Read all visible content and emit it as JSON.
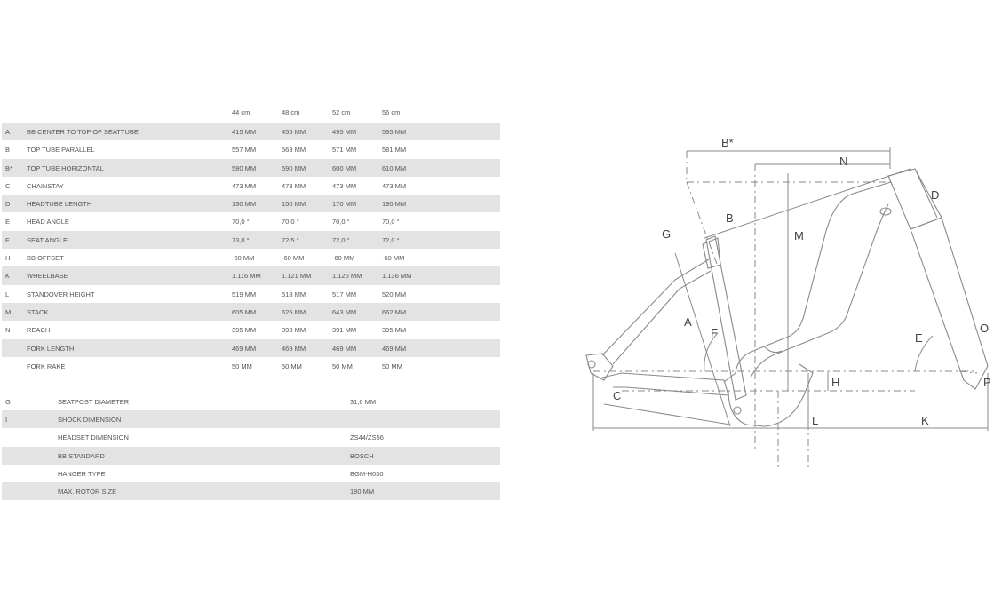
{
  "geometry": {
    "sizes": [
      "44 cm",
      "48 cm",
      "52 cm",
      "56 cm"
    ],
    "rows": [
      {
        "code": "A",
        "label": "BB CENTER TO TOP OF SEATTUBE",
        "values": [
          "415 MM",
          "455 MM",
          "495 MM",
          "535 MM"
        ]
      },
      {
        "code": "B",
        "label": "TOP TUBE PARALLEL",
        "values": [
          "557 MM",
          "563 MM",
          "571 MM",
          "581 MM"
        ]
      },
      {
        "code": "B*",
        "label": "TOP TUBE HORIZONTAL",
        "values": [
          "580 MM",
          "590 MM",
          "600 MM",
          "610 MM"
        ]
      },
      {
        "code": "C",
        "label": "CHAINSTAY",
        "values": [
          "473 MM",
          "473 MM",
          "473 MM",
          "473 MM"
        ]
      },
      {
        "code": "D",
        "label": "HEADTUBE LENGTH",
        "values": [
          "130 MM",
          "150 MM",
          "170 MM",
          "190 MM"
        ]
      },
      {
        "code": "E",
        "label": "HEAD ANGLE",
        "values": [
          "70,0 °",
          "70,0 °",
          "70,0 °",
          "70,0 °"
        ]
      },
      {
        "code": "F",
        "label": "SEAT ANGLE",
        "values": [
          "73,0 °",
          "72,5 °",
          "72,0 °",
          "72,0 °"
        ]
      },
      {
        "code": "H",
        "label": "BB OFFSET",
        "values": [
          "-60 MM",
          "-60 MM",
          "-60 MM",
          "-60 MM"
        ]
      },
      {
        "code": "K",
        "label": "WHEELBASE",
        "values": [
          "1.116 MM",
          "1.121 MM",
          "1.126 MM",
          "1.136 MM"
        ]
      },
      {
        "code": "L",
        "label": "STANDOVER HEIGHT",
        "values": [
          "519 MM",
          "518 MM",
          "517 MM",
          "520 MM"
        ]
      },
      {
        "code": "M",
        "label": "STACK",
        "values": [
          "605 MM",
          "625 MM",
          "643 MM",
          "662 MM"
        ]
      },
      {
        "code": "N",
        "label": "REACH",
        "values": [
          "395 MM",
          "393 MM",
          "391 MM",
          "395 MM"
        ]
      },
      {
        "code": "",
        "label": "FORK LENGTH",
        "values": [
          "469 MM",
          "469 MM",
          "469 MM",
          "469 MM"
        ]
      },
      {
        "code": "",
        "label": "FORK RAKE",
        "values": [
          "50 MM",
          "50 MM",
          "50 MM",
          "50 MM"
        ]
      }
    ]
  },
  "specs": [
    {
      "code": "G",
      "label": "SEATPOST DIAMETER",
      "value": "31,6 MM"
    },
    {
      "code": "I",
      "label": "SHOCK DIMENSION",
      "value": ""
    },
    {
      "code": "",
      "label": "HEADSET DIMENSION",
      "value": "ZS44/ZS56"
    },
    {
      "code": "",
      "label": "BB STANDARD",
      "value": "BOSCH"
    },
    {
      "code": "",
      "label": "HANGER TYPE",
      "value": "BGM-H030"
    },
    {
      "code": "",
      "label": "MAX. ROTOR SIZE",
      "value": "180 MM"
    }
  ],
  "diagram_labels": {
    "A": "A",
    "B": "B",
    "Bstar": "B*",
    "C": "C",
    "D": "D",
    "E": "E",
    "F": "F",
    "G": "G",
    "H": "H",
    "K": "K",
    "L": "L",
    "M": "M",
    "N": "N",
    "O": "O",
    "P": "P"
  },
  "colors": {
    "row_shade": "#e3e3e3",
    "text": "#555555",
    "line": "#8a8a8a"
  }
}
